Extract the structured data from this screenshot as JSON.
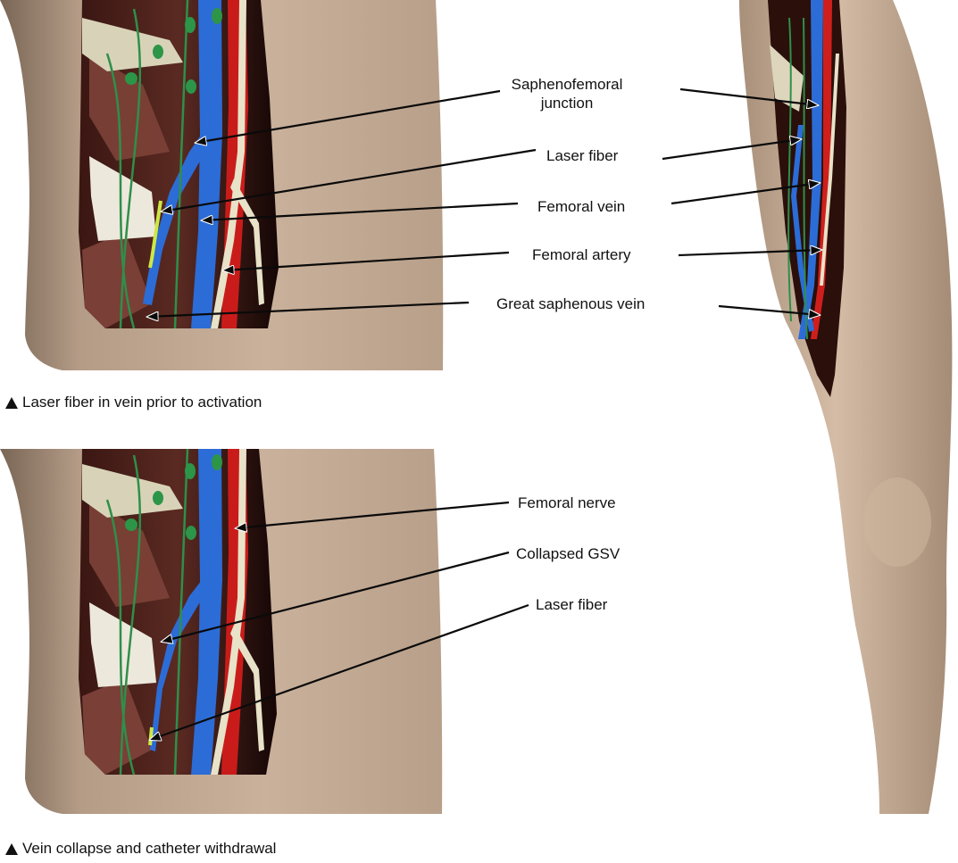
{
  "top_panel": {
    "caption_symbol": "▲",
    "caption": "Laser fiber in vein prior to activation",
    "labels": {
      "saphenofemoral_junction_line1": "Saphenofemoral",
      "saphenofemoral_junction_line2": "junction",
      "laser_fiber": "Laser fiber",
      "femoral_vein": "Femoral vein",
      "femoral_artery": "Femoral artery",
      "great_saphenous_vein": "Great saphenous vein"
    }
  },
  "bottom_panel": {
    "caption_symbol": "▲",
    "caption": "Vein collapse and catheter withdrawal",
    "labels": {
      "femoral_nerve": "Femoral nerve",
      "collapsed_gsv": "Collapsed GSV",
      "laser_fiber": "Laser fiber"
    }
  },
  "colors": {
    "skin": "#c4ab95",
    "skin_dark": "#8a7462",
    "vein": "#2f6fd8",
    "artery": "#d2201e",
    "nerve": "#e9e4cc",
    "lymph": "#2f8f4a",
    "muscle": "#8a4a40",
    "cavity": "#1a0a08",
    "laser": "#c8e640"
  }
}
